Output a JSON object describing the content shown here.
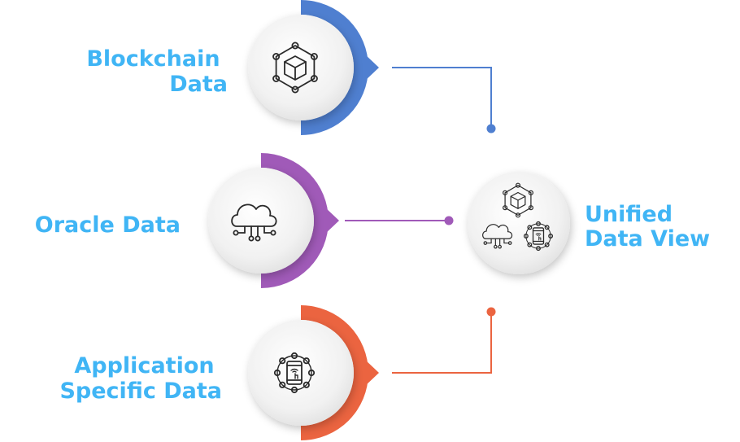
{
  "sources": [
    {
      "label_lines": [
        "Blockchain",
        "Data"
      ],
      "color": "#4F7FD0",
      "icon": "blockchain-cube-icon"
    },
    {
      "label_lines": [
        "Oracle Data"
      ],
      "color": "#A05AB8",
      "icon": "cloud-network-icon"
    },
    {
      "label_lines": [
        "Application",
        "Specific  Data"
      ],
      "color": "#EB6440",
      "icon": "mobile-app-network-icon"
    }
  ],
  "target": {
    "label_lines": [
      "Unified",
      "Data View"
    ],
    "icons": [
      "blockchain-cube-icon",
      "cloud-network-icon",
      "mobile-app-network-icon"
    ]
  },
  "colors": {
    "label_text": "#40B5F5",
    "icon_stroke": "#2A2A2A"
  }
}
